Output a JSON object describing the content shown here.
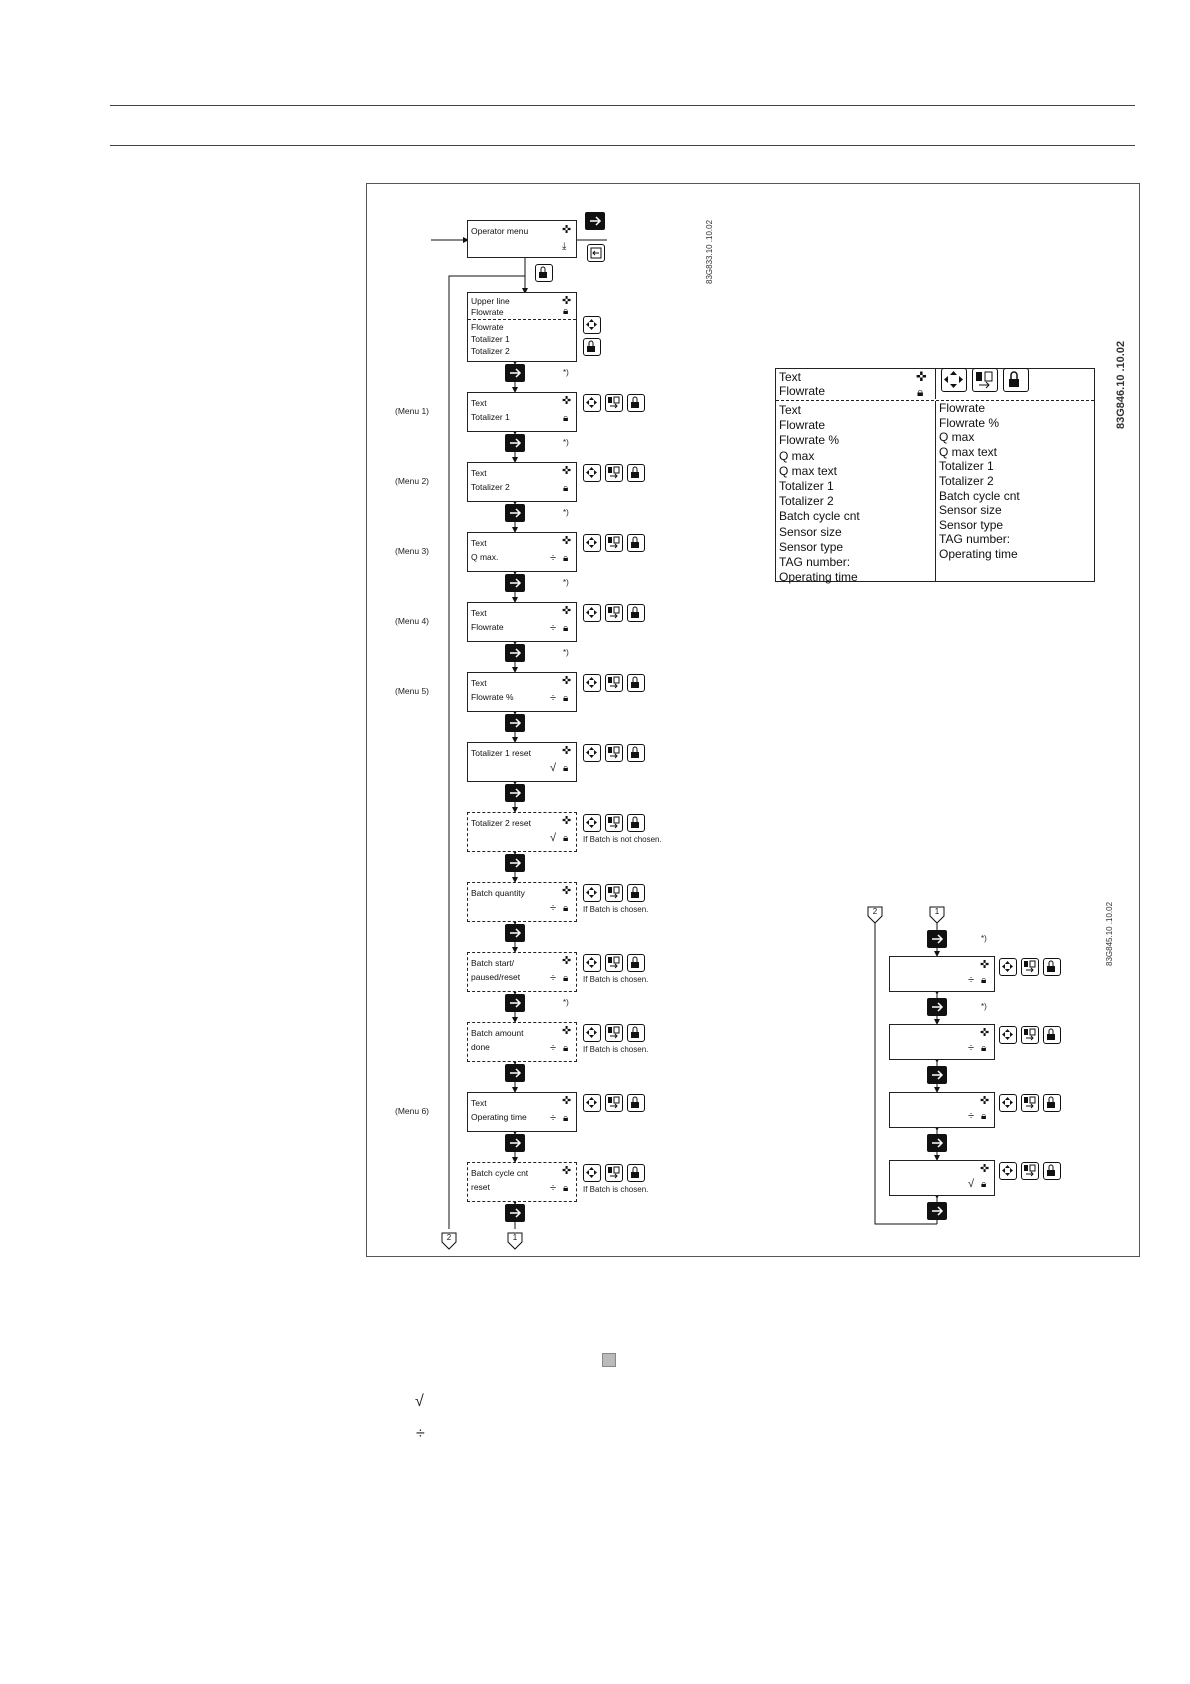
{
  "main_flow": {
    "operator_menu": "Operator menu",
    "upper_line": {
      "line1": "Upper line",
      "line2": "Flowrate"
    },
    "upper_options": [
      "Flowrate",
      "Totalizer 1",
      "Totalizer 2"
    ],
    "boxes": [
      {
        "line1": "Text",
        "line2": "Totalizer 1",
        "menu": "(Menu 1)",
        "dashed": false,
        "star": "*)",
        "symbol": "",
        "note": ""
      },
      {
        "line1": "Text",
        "line2": "Totalizer 2",
        "menu": "(Menu 2)",
        "dashed": false,
        "star": "*)",
        "symbol": "",
        "note": ""
      },
      {
        "line1": "Text",
        "line2": "Q max.",
        "menu": "(Menu 3)",
        "dashed": false,
        "star": "*)",
        "symbol": "÷",
        "note": ""
      },
      {
        "line1": "Text",
        "line2": "Flowrate",
        "menu": "(Menu 4)",
        "dashed": false,
        "star": "*)",
        "symbol": "÷",
        "note": ""
      },
      {
        "line1": "Text",
        "line2": "Flowrate  %",
        "menu": "(Menu 5)",
        "dashed": false,
        "star": "*)",
        "symbol": "÷",
        "note": ""
      },
      {
        "line1": "Totalizer 1 reset",
        "line2": "",
        "menu": "",
        "dashed": false,
        "star": "",
        "symbol": "√",
        "note": ""
      },
      {
        "line1": "Totalizer 2 reset",
        "line2": "",
        "menu": "",
        "dashed": true,
        "star": "",
        "symbol": "√",
        "note": "If Batch is not chosen."
      },
      {
        "line1": "Batch quantity",
        "line2": "",
        "menu": "",
        "dashed": true,
        "star": "",
        "symbol": "÷",
        "note": "If Batch is chosen."
      },
      {
        "line1": "Batch start/",
        "line2": "paused/reset",
        "menu": "",
        "dashed": true,
        "star": "",
        "symbol": "÷",
        "note": "If Batch is chosen."
      },
      {
        "line1": "Batch amount",
        "line2": "done",
        "menu": "",
        "dashed": true,
        "star": "*)",
        "symbol": "÷",
        "note": "If Batch is chosen."
      },
      {
        "line1": "Text",
        "line2": "Operating time",
        "menu": "(Menu 6)",
        "dashed": false,
        "star": "",
        "symbol": "÷",
        "note": ""
      },
      {
        "line1": "Batch cycle cnt",
        "line2": "reset",
        "menu": "",
        "dashed": true,
        "star": "",
        "symbol": "÷",
        "note": "If Batch is chosen."
      }
    ],
    "connector_left": "2",
    "connector_right": "1",
    "code": "83G833.10 .10.02"
  },
  "detail": {
    "header_line1": "Text",
    "header_line2": "Flowrate",
    "left_list": [
      "Text",
      "Flowrate",
      "Flowrate  %",
      "Q max",
      "Q max text",
      "Totalizer 1",
      "Totalizer 2",
      "Batch cycle cnt",
      "Sensor size",
      "Sensor type",
      "TAG number:",
      "Operating time"
    ],
    "right_list": [
      "Flowrate",
      "Flowrate  %",
      "Q max",
      "Q max text",
      "Totalizer 1",
      "Totalizer 2",
      "Batch cycle cnt",
      "Sensor size",
      "Sensor type",
      "TAG number:",
      "Operating time"
    ],
    "code": "83G846.10 .10.02"
  },
  "sub_flow": {
    "connector_left": "2",
    "connector_right": "1",
    "stars": [
      "*)",
      "*)"
    ],
    "symbols": [
      "÷",
      "÷",
      "÷",
      "√"
    ],
    "code": "83G845.10 .10.02"
  },
  "legend": {
    "sqrt_symbol": "√",
    "divide_symbol": "÷"
  }
}
